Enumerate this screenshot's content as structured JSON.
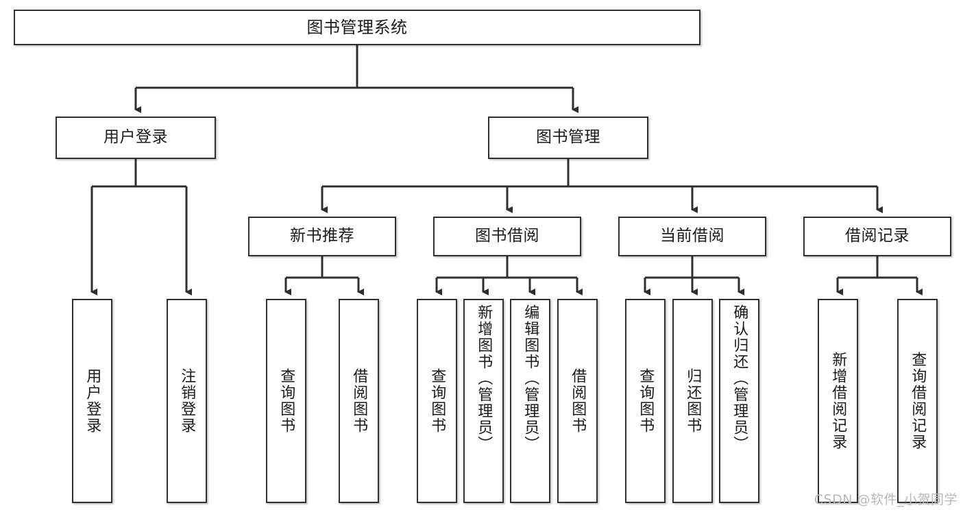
{
  "diagram": {
    "title": "图书管理系统",
    "type": "tree-hierarchy",
    "watermark": "CSDN @软件_小贺同学",
    "colors": {
      "stroke": "#2f2f2f",
      "fill": "#ffffff",
      "text": "#1a1a1a",
      "watermark": "#b9b9b9"
    },
    "nodes": {
      "root": "图书管理系统",
      "level2": [
        "用户登录",
        "图书管理"
      ],
      "level3": [
        "新书推荐",
        "图书借阅",
        "当前借阅",
        "借阅记录"
      ],
      "leaves": {
        "user_login": [
          "用户登录",
          "注销登录"
        ],
        "new_book_recommend": [
          "查询图书",
          "借阅图书"
        ],
        "book_borrow": [
          "查询图书",
          "新增图书（管理员）",
          "编辑图书（管理员）",
          "借阅图书"
        ],
        "current_borrow": [
          "查询图书",
          "归还图书",
          "确认归还（管理员）"
        ],
        "borrow_record": [
          "新增借阅记录",
          "查询借阅记录"
        ]
      }
    }
  }
}
